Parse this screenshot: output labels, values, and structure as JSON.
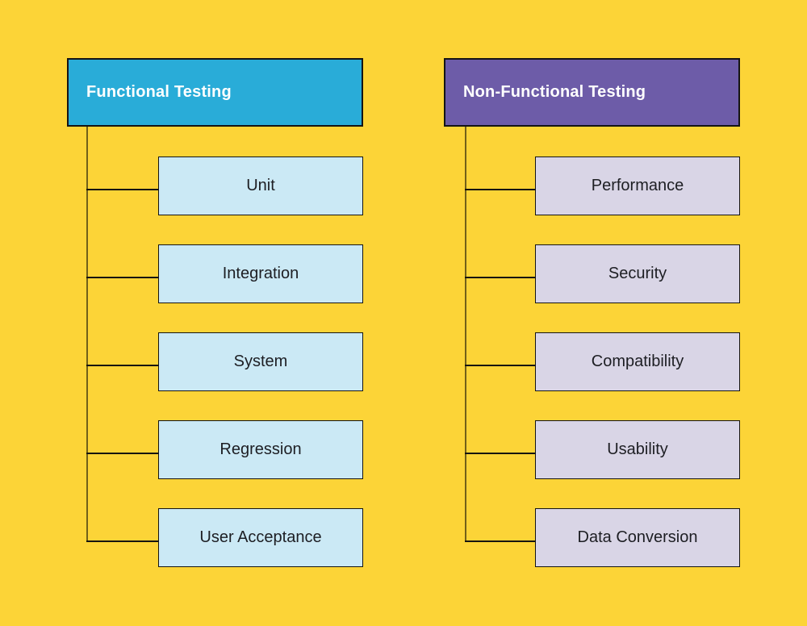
{
  "canvas": {
    "background_color": "#FCD437"
  },
  "diagram": {
    "border_color": "#141414",
    "connector_color": "#161510",
    "columns": [
      {
        "header": "Functional Testing",
        "header_fill": "#29ACD8",
        "header_text_color": "#FFFFFF",
        "node_fill": "#CBE9F5",
        "node_text_color": "#1D1E23",
        "nodes": [
          "Unit",
          "Integration",
          "System",
          "Regression",
          "User Acceptance"
        ]
      },
      {
        "header": "Non-Functional Testing",
        "header_fill": "#6D5CA8",
        "header_text_color": "#FFFFFF",
        "node_fill": "#D9D5E6",
        "node_text_color": "#1D1E23",
        "nodes": [
          "Performance",
          "Security",
          "Compatibility",
          "Usability",
          "Data Conversion"
        ]
      }
    ]
  }
}
